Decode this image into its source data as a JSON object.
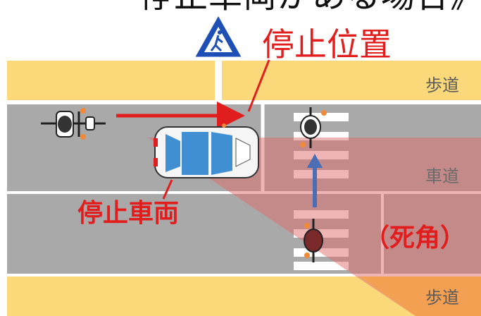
{
  "title_partial": "停止車両がある場合》",
  "labels": {
    "stop_position": "停止位置",
    "stopped_vehicle": "停止車両",
    "blind_spot": "（死角）",
    "sidewalk_top": "歩道",
    "roadway": "車道",
    "sidewalk_bottom": "歩道"
  },
  "icons": {
    "crosswalk_sign": "pedestrian-crossing-sign-icon",
    "bicycle_left": "bicycle-icon",
    "bicycle_top": "bicycle-icon",
    "bicycle_bottom": "bicycle-icon",
    "car": "car-icon"
  },
  "colors": {
    "sidewalk": "#fbd87a",
    "road": "#a9a9a9",
    "lane_line": "#ffffff",
    "blind_spot": "#e06b6b",
    "arrow_red": "#e01e1e",
    "arrow_blue": "#4a6db3",
    "sign_blue": "#1e4fb4",
    "car_blue": "#3f8fd2",
    "bike_orange": "#f08a3a"
  }
}
